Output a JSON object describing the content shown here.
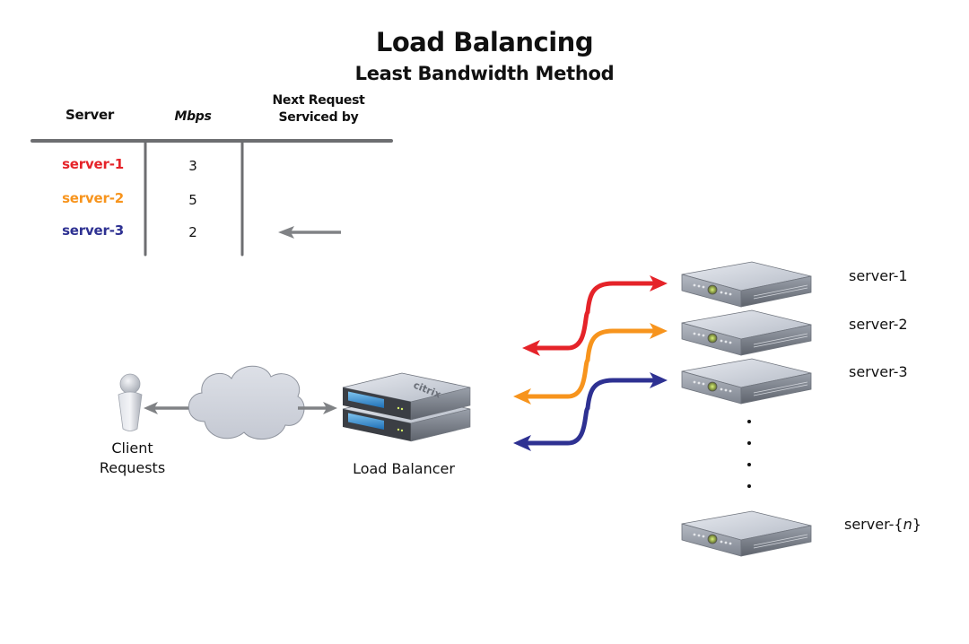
{
  "title": "Load Balancing",
  "subtitle": "Least Bandwidth Method",
  "table": {
    "headers": {
      "server": "Server",
      "mbps": "Mbps",
      "next_line1": "Next Request",
      "next_line2": "Serviced by"
    },
    "rows": [
      {
        "server": "server-1",
        "mbps": "3",
        "color": "#e52329",
        "next": false
      },
      {
        "server": "server-2",
        "mbps": "5",
        "color": "#f7941d",
        "next": false
      },
      {
        "server": "server-3",
        "mbps": "2",
        "color": "#2e3192",
        "next": true
      }
    ]
  },
  "diagram": {
    "client_label_line1": "Client",
    "client_label_line2": "Requests",
    "load_balancer_label": "Load Balancer",
    "load_balancer_brand": "citrix",
    "servers": [
      {
        "label_prefix": "server-1",
        "label_var": ""
      },
      {
        "label_prefix": "server-2",
        "label_var": ""
      },
      {
        "label_prefix": "server-3",
        "label_var": ""
      },
      {
        "label_prefix": "server-{",
        "label_var": "n",
        "label_suffix": "}"
      }
    ],
    "connection_colors": [
      "#e52329",
      "#f7941d",
      "#2e3192"
    ],
    "icons": {
      "client": "user-icon",
      "network": "cloud-icon",
      "load_balancer": "load-balancer-appliance-icon",
      "server": "rack-server-icon",
      "indicator": "left-arrow-icon"
    }
  }
}
